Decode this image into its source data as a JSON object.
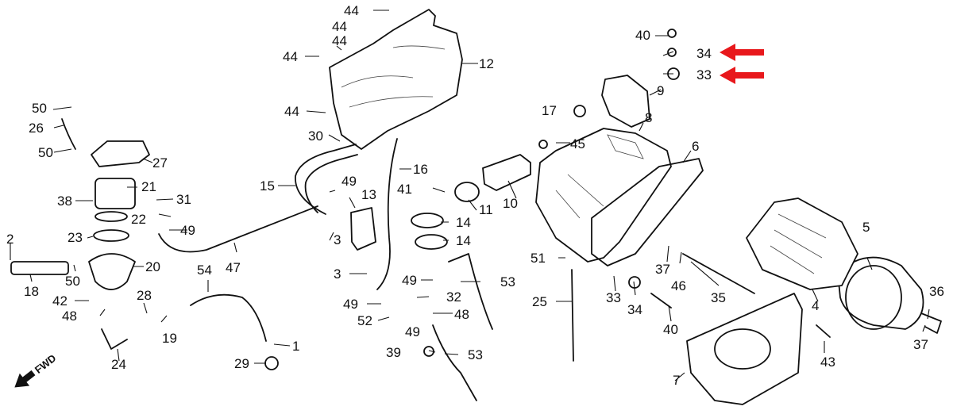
{
  "fwd_label": "FWD",
  "highlight_color": "#e8181c",
  "callouts": [
    "1",
    "2",
    "3",
    "3",
    "4",
    "5",
    "6",
    "7",
    "8",
    "9",
    "10",
    "11",
    "12",
    "13",
    "14",
    "14",
    "15",
    "16",
    "17",
    "18",
    "19",
    "20",
    "21",
    "22",
    "23",
    "24",
    "25",
    "26",
    "27",
    "28",
    "29",
    "30",
    "31",
    "32",
    "33",
    "33",
    "34",
    "34",
    "35",
    "36",
    "37",
    "37",
    "38",
    "39",
    "40",
    "40",
    "41",
    "42",
    "43",
    "44",
    "44",
    "44",
    "44",
    "44",
    "45",
    "46",
    "47",
    "48",
    "48",
    "49",
    "49",
    "49",
    "49",
    "49",
    "50",
    "50",
    "50",
    "51",
    "52",
    "53",
    "53",
    "54"
  ],
  "highlighted_parts": [
    "34",
    "33"
  ]
}
